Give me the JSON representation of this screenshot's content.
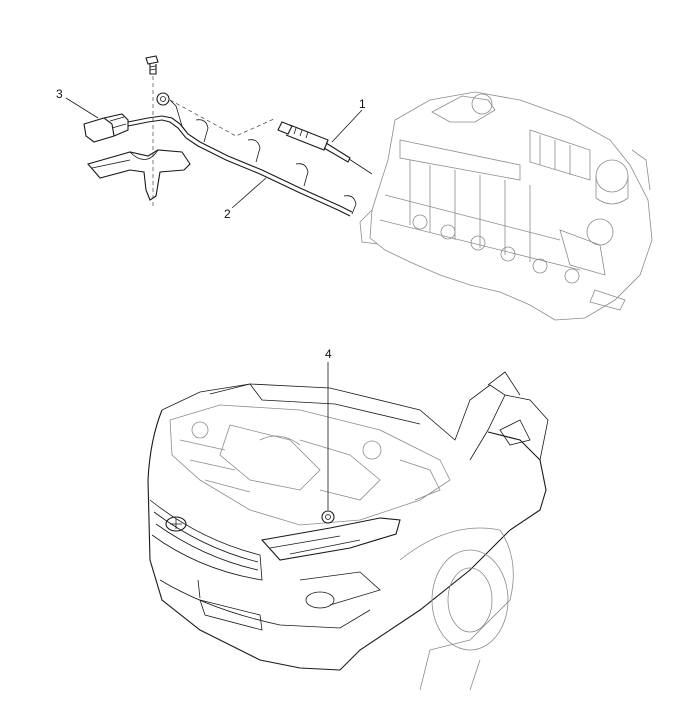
{
  "callouts": {
    "c1": "1",
    "c2": "2",
    "c3": "3",
    "c4": "4"
  },
  "colors": {
    "line": "#1a1a1a",
    "detail": "#8c8c8c",
    "background": "#ffffff"
  }
}
